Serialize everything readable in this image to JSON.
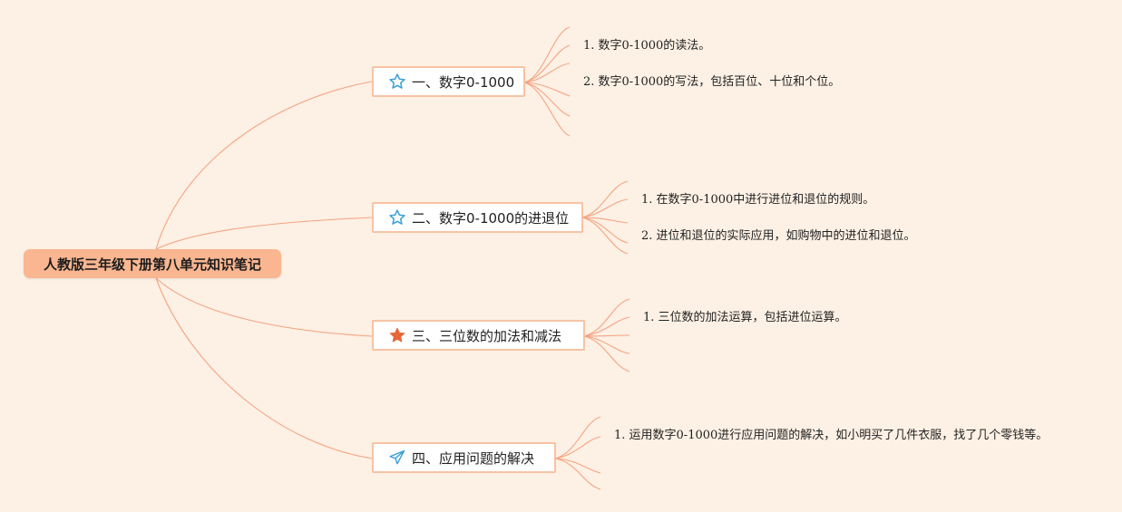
{
  "root": {
    "title": "人教版三年级下册第八单元知识笔记"
  },
  "topics": [
    {
      "label": "一、数字0-1000",
      "icon": "star-outline-icon",
      "items": [
        "1. 数字0-1000的读法。",
        "2. 数字0-1000的写法，包括百位、十位和个位。"
      ]
    },
    {
      "label": "二、数字0-1000的进退位",
      "icon": "star-outline-icon",
      "items": [
        "1. 在数字0-1000中进行进位和退位的规则。",
        "2. 进位和退位的实际应用，如购物中的进位和退位。"
      ]
    },
    {
      "label": "三、三位数的加法和减法",
      "icon": "star-filled-icon",
      "items": [
        "1. 三位数的加法运算，包括进位运算。"
      ]
    },
    {
      "label": "四、应用问题的解决",
      "icon": "paper-plane-icon",
      "items": [
        "1. 运用数字0-1000进行应用问题的解决，如小明买了几件衣服，找了几个零钱等。"
      ]
    }
  ],
  "colors": {
    "background": "#fdf0e4",
    "root_fill": "#f9b690",
    "line": "#f4a482",
    "topic_border": "#f7c3a3",
    "star_outline": "#3aa0d9",
    "star_filled": "#e5673a",
    "plane": "#3aa0d9"
  }
}
